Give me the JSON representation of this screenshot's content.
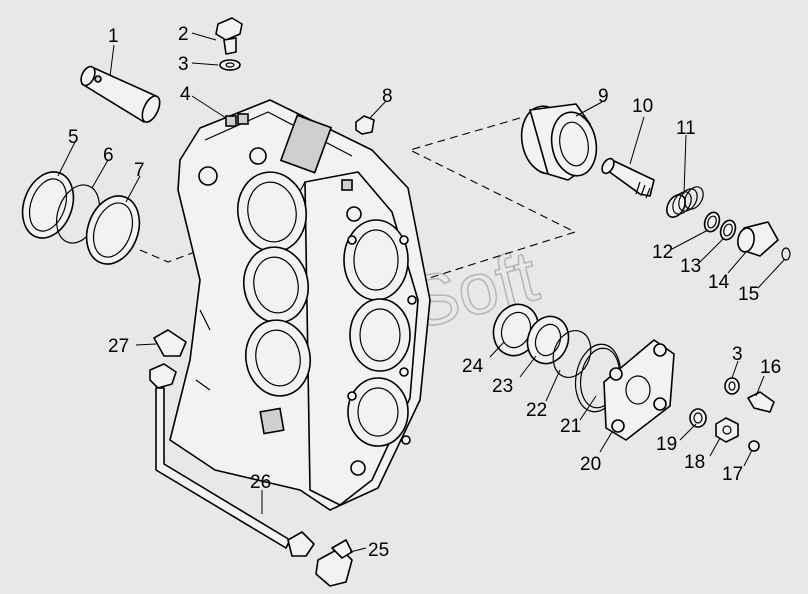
{
  "diagram": {
    "watermark": "AutoSoft",
    "parts": [
      {
        "id": "part-1",
        "label": "1"
      },
      {
        "id": "part-2",
        "label": "2"
      },
      {
        "id": "part-3a",
        "label": "3"
      },
      {
        "id": "part-3b",
        "label": "3"
      },
      {
        "id": "part-4",
        "label": "4"
      },
      {
        "id": "part-5",
        "label": "5"
      },
      {
        "id": "part-6",
        "label": "6"
      },
      {
        "id": "part-7",
        "label": "7"
      },
      {
        "id": "part-8",
        "label": "8"
      },
      {
        "id": "part-9",
        "label": "9"
      },
      {
        "id": "part-10",
        "label": "10"
      },
      {
        "id": "part-11",
        "label": "11"
      },
      {
        "id": "part-12",
        "label": "12"
      },
      {
        "id": "part-13",
        "label": "13"
      },
      {
        "id": "part-14",
        "label": "14"
      },
      {
        "id": "part-15",
        "label": "15"
      },
      {
        "id": "part-16",
        "label": "16"
      },
      {
        "id": "part-17",
        "label": "17"
      },
      {
        "id": "part-18",
        "label": "18"
      },
      {
        "id": "part-19",
        "label": "19"
      },
      {
        "id": "part-20",
        "label": "20"
      },
      {
        "id": "part-21",
        "label": "21"
      },
      {
        "id": "part-22",
        "label": "22"
      },
      {
        "id": "part-23",
        "label": "23"
      },
      {
        "id": "part-24",
        "label": "24"
      },
      {
        "id": "part-25",
        "label": "25"
      },
      {
        "id": "part-26",
        "label": "26"
      },
      {
        "id": "part-27",
        "label": "27"
      }
    ]
  }
}
